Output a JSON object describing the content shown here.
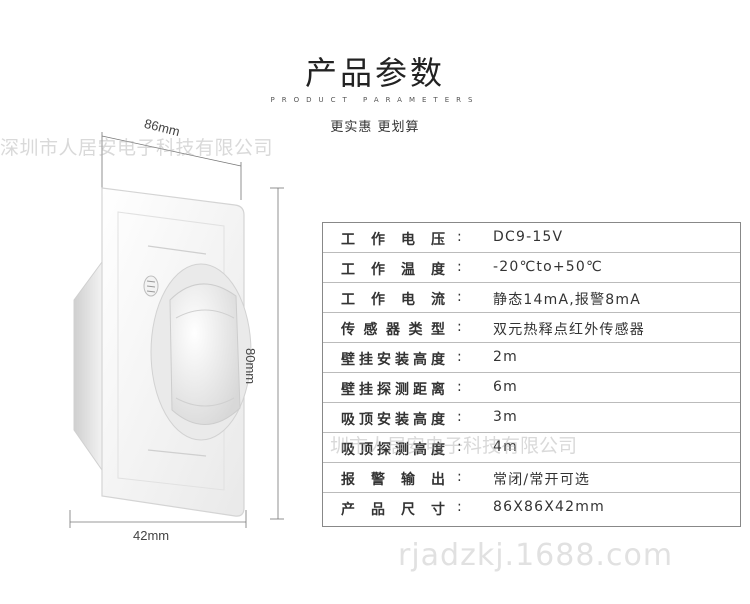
{
  "header": {
    "title": "产品参数",
    "subtitle_en": "PRODUCT PARAMETERS",
    "slogan": "更实惠 更划算"
  },
  "watermarks": {
    "top": "深圳市人居安电子科技有限公司",
    "middle": "圳市人居安电子科技有限公司",
    "bottom": "rjadzkj.1688.com"
  },
  "dimensions": {
    "width": "86mm",
    "height": "80mm",
    "depth": "42mm"
  },
  "specs": [
    {
      "label": "工作电压",
      "value": "DC9-15V"
    },
    {
      "label": "工作温度",
      "value": "-20℃to+50℃"
    },
    {
      "label": "工作电流",
      "value": "静态14mA,报警8mA"
    },
    {
      "label": "传感器类型",
      "value": "双元热释点红外传感器"
    },
    {
      "label": "壁挂安装高度",
      "value": "2m"
    },
    {
      "label": "壁挂探测距离",
      "value": "6m"
    },
    {
      "label": "吸顶安装高度",
      "value": "3m"
    },
    {
      "label": "吸顶探测高度",
      "value": "4m"
    },
    {
      "label": "报警输出",
      "value": "常闭/常开可选"
    },
    {
      "label": "产品尺寸",
      "value": "86X86X42mm"
    }
  ],
  "colors": {
    "table_border": "#888888",
    "text": "#333333"
  }
}
